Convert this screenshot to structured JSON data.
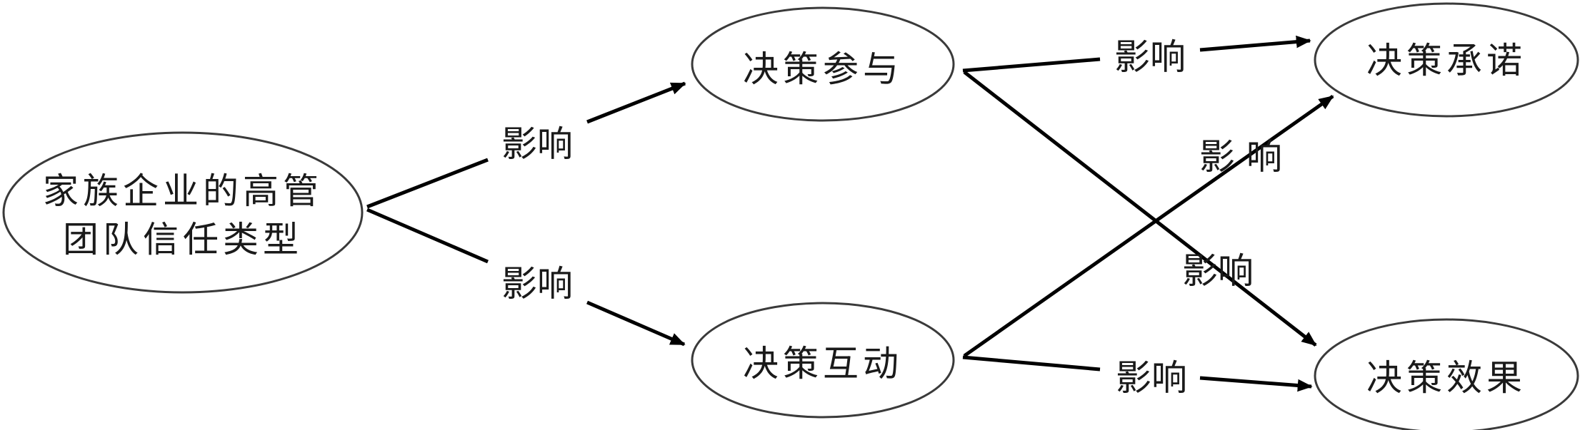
{
  "nodes": {
    "source": {
      "line1": "家族企业的高管",
      "line2": "团队信任类型"
    },
    "participation": {
      "label": "决策参与"
    },
    "interaction": {
      "label": "决策互动"
    },
    "commitment": {
      "label": "决策承诺"
    },
    "effect": {
      "label": "决策效果"
    }
  },
  "edges": {
    "source_to_participation": {
      "label": "影响"
    },
    "source_to_interaction": {
      "label": "影响"
    },
    "participation_to_commitment": {
      "label": "影响"
    },
    "participation_to_effect": {
      "label": "影响"
    },
    "interaction_to_commitment": {
      "label": "影 响"
    },
    "interaction_to_effect": {
      "label": "影响"
    }
  },
  "colors": {
    "edge": "#000000",
    "node_border": "#3a3a3a",
    "text": "#1a1a1a",
    "background": "#ffffff"
  }
}
